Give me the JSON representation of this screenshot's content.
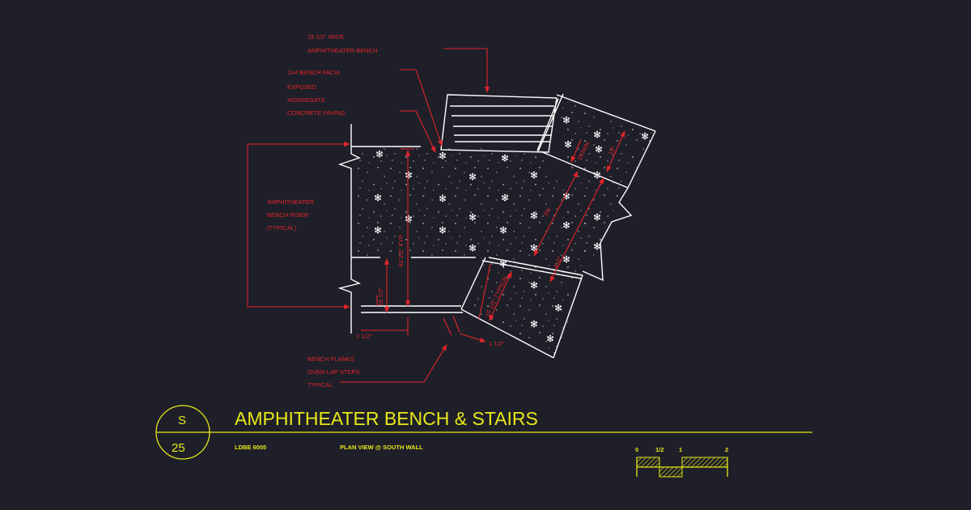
{
  "notes": {
    "bench_width": [
      "15 1/2\" WIDE",
      "AMPHITHEATER BENCH"
    ],
    "facia": "2x4 BENCH FACIA",
    "paving": [
      "EXPOSED",
      "AGGREGATE",
      "CONCRETE PAVING"
    ],
    "riser": [
      "AMPHITHEATER",
      "BENCH RISER",
      "(TYPICAL)"
    ],
    "planks": [
      "BENCH PLANKS",
      "OVER-LAP STEPS",
      "TYPICAL"
    ]
  },
  "dimensions": {
    "height_typ": "43 1/2\" TYP",
    "riser_16": "16 1/2\"",
    "gap_2": "2 1/2\"",
    "gap_1": "1 1/2\"",
    "typical_15": "15 1/2\" TYPICAL",
    "stair_4": "4'-0\"",
    "stair_5": "5'-0\"",
    "slope_2pct": "2%",
    "down": "DOWN",
    "tread_15": "15\""
  },
  "title_block": {
    "section_letter": "S",
    "sheet_number": "25",
    "title": "AMPHITHEATER BENCH & STAIRS",
    "code": "LDBE 6005",
    "view": "PLAN VIEW @ SOUTH WALL",
    "scale_labels": [
      "0",
      "1/2",
      "1",
      "2"
    ]
  },
  "colors": {
    "background": "#1e1f29",
    "annotation": "#e4242a",
    "title": "#e8e818",
    "linework": "#ffffff"
  }
}
